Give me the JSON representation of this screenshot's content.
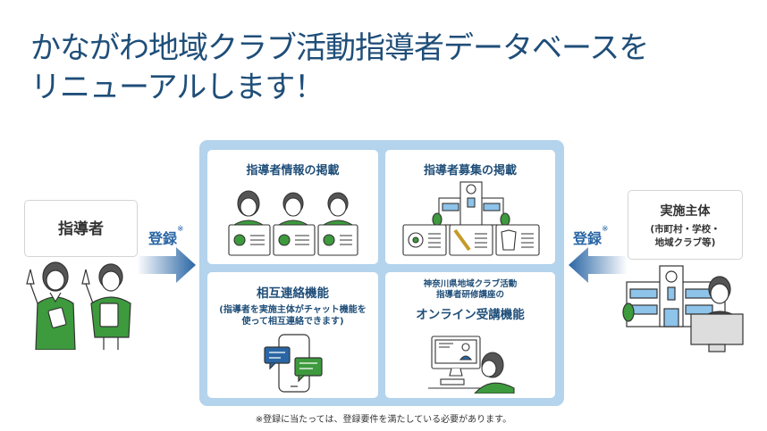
{
  "title": {
    "line1": "かながわ地域クラブ活動指導者データベースを",
    "line2": "リニューアルします！"
  },
  "left_actor": {
    "label": "指導者",
    "icon": "instructors-illustration"
  },
  "right_actor": {
    "label": "実施主体",
    "sub_line1": "(市町村・学校・",
    "sub_line2": "地域クラブ等)",
    "icon": "school-staff-illustration"
  },
  "registration": {
    "label": "登録",
    "mark": "※"
  },
  "colors": {
    "title": "#1f4e79",
    "frame": "#b4d3ec",
    "accent_blue": "#2a66a5",
    "green": "#3d9a3d"
  },
  "panels": [
    {
      "title": "指導者情報の掲載",
      "icon": "instructor-profile-cards-icon"
    },
    {
      "title": "指導者募集の掲載",
      "icon": "school-recruitment-icon"
    },
    {
      "title": "相互連絡機能",
      "desc_line1": "(指導者を実施主体がチャット機能を",
      "desc_line2": "使って相互連絡できます)",
      "icon": "smartphone-chat-icon"
    },
    {
      "pre_line1": "神奈川県地域クラブ活動",
      "pre_line2": "指導者研修講座の",
      "title": "オンライン受講機能",
      "icon": "online-course-icon"
    }
  ],
  "footnote": "※登録に当たっては、登録要件を満たしている必要があります。"
}
